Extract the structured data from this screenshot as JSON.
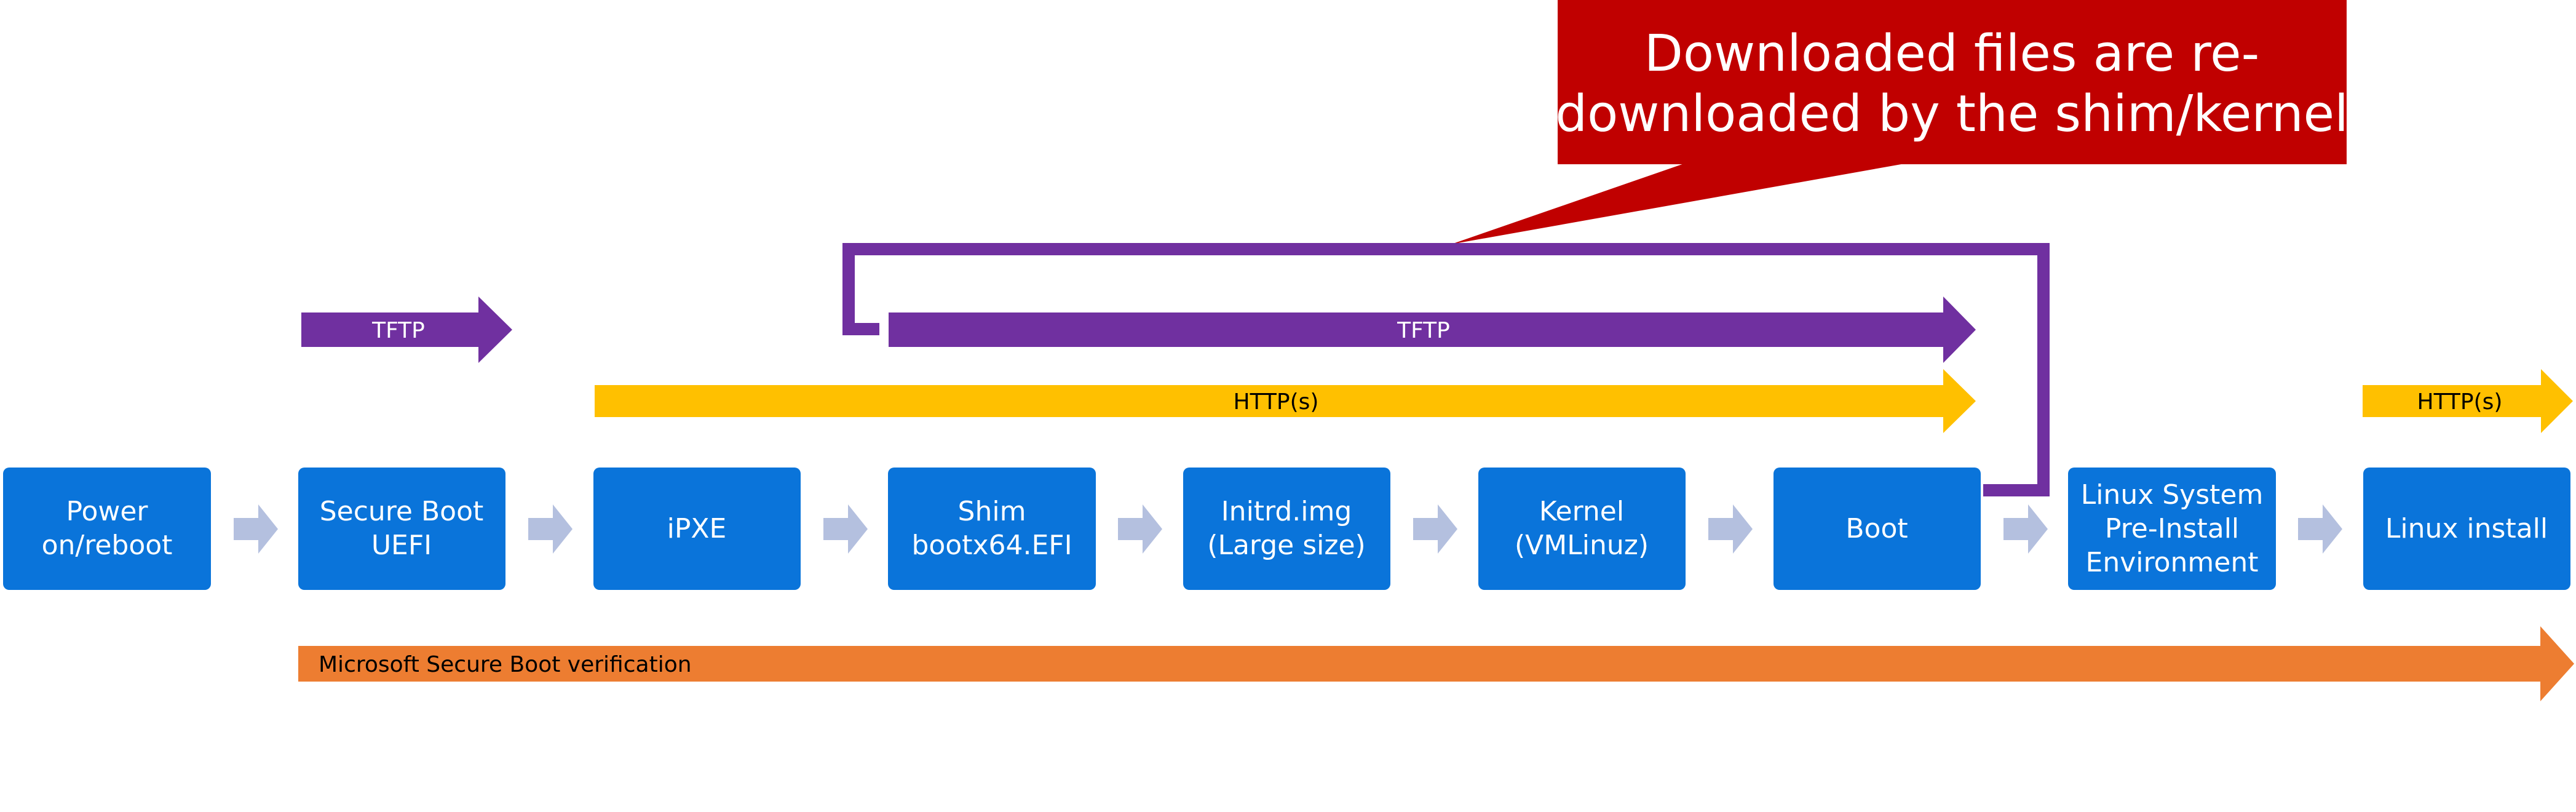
{
  "callout": {
    "line1": "Downloaded files are re-",
    "line2": "downloaded by the shim/kernel"
  },
  "arrows": {
    "tftp_first": "TFTP",
    "tftp_second": "TFTP",
    "http_main": "HTTP(s)",
    "http_final": "HTTP(s)",
    "secure_boot": "Microsoft Secure Boot verification"
  },
  "steps": [
    {
      "id": "power",
      "lines": [
        "Power",
        "on/reboot"
      ]
    },
    {
      "id": "secure-boot-uefi",
      "lines": [
        "Secure Boot",
        "UEFI"
      ]
    },
    {
      "id": "ipxe",
      "lines": [
        "iPXE"
      ]
    },
    {
      "id": "shim",
      "lines": [
        "Shim",
        "bootx64.EFI"
      ]
    },
    {
      "id": "initrd",
      "lines": [
        "Initrd.img",
        "(Large size)"
      ]
    },
    {
      "id": "kernel",
      "lines": [
        "Kernel",
        "(VMLinuz)"
      ]
    },
    {
      "id": "boot",
      "lines": [
        "Boot"
      ]
    },
    {
      "id": "linux-system",
      "lines": [
        "Linux System",
        "Pre-Install",
        "Environment"
      ]
    },
    {
      "id": "linux-install",
      "lines": [
        "Linux install"
      ]
    }
  ],
  "colors": {
    "step_box": "#0a74da",
    "connector": "#b4c0df",
    "tftp": "#7030a0",
    "http": "#ffc000",
    "secure_boot": "#ed7d31",
    "callout": "#c00000",
    "loop_line": "#7030a0"
  }
}
